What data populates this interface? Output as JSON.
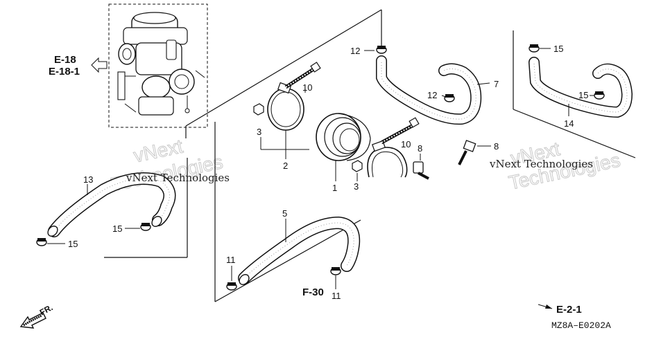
{
  "refs": {
    "e18": "E-18",
    "e181": "E-18-1",
    "f30": "F-30",
    "e21": "E-2-1",
    "fr": "FR."
  },
  "diagram_code": "MZ8A–E0202A",
  "watermark": {
    "left_small": "vNext Technologies",
    "right_small": "vNext Technologies",
    "left_big_a": "vNext",
    "left_big_b": "Technologies",
    "right_big_a": "vNext",
    "right_big_b": "Technologies"
  },
  "parts": {
    "p1": "1",
    "p2": "2",
    "p3a": "3",
    "p3b": "3",
    "p5": "5",
    "p7": "7",
    "p8a": "8",
    "p8b": "8",
    "p10a": "10",
    "p10b": "10",
    "p11a": "11",
    "p11b": "11",
    "p12a": "12",
    "p12b": "12",
    "p13": "13",
    "p14": "14",
    "p15a": "15",
    "p15b": "15",
    "p15c": "15",
    "p15d": "15"
  }
}
